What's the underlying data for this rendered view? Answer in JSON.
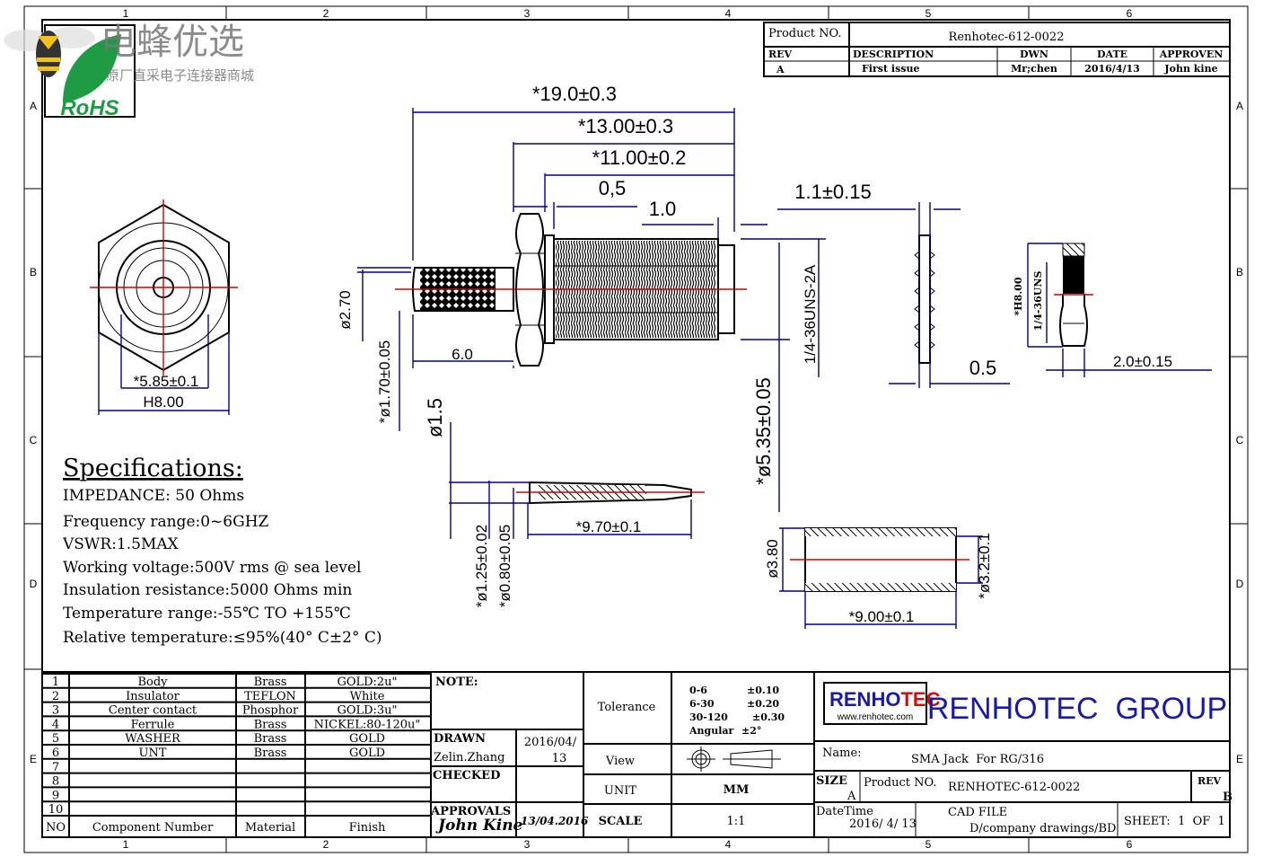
{
  "watermark": {
    "brand": "电蜂优选",
    "tagline": "原厂直采电子连接器商城",
    "rohs": "RoHS"
  },
  "grid": {
    "columns": [
      "1",
      "2",
      "3",
      "4",
      "5",
      "6"
    ],
    "rows": [
      "A",
      "B",
      "C",
      "D",
      "E"
    ]
  },
  "revision_block": {
    "product_label": "Product NO.",
    "product_value": "Renhotec-612-0022",
    "headers": [
      "REV",
      "DESCRIPTION",
      "DWN",
      "DATE",
      "APPROVEN"
    ],
    "row": [
      "A",
      "First issue",
      "Mr;chen",
      "2016/4/13",
      "John kine"
    ]
  },
  "dimensions": [
    "*19.0±0.3",
    "*13.00±0.3",
    "*11.00±0.2",
    "0,5",
    "1.0",
    "1.1±0.15",
    "ø2.70",
    "6.0",
    "*ø1.70±0.05",
    "ø1.5",
    "*ø5.35±0.05",
    "1/4-36UNS-2A",
    "0.5",
    "*H8.00",
    "1/4-36UNS",
    "2.0±0.15",
    "*5.85±0.1",
    "H8.00",
    "*9.70±0.1",
    "*ø1.25±0.02",
    "*ø0.80±0.05",
    "ø3.80",
    "*ø3.2±0.1",
    "*9.00±0.1"
  ],
  "specifications": {
    "title": "Specifications:",
    "lines": [
      "IMPEDANCE: 50 Ohms",
      "Frequency range:0~6GHZ",
      "VSWR:1.5MAX",
      "Working voltage:500V rms @ sea level",
      "Insulation resistance:5000 Ohms min",
      "Temperature range:-55℃ TO +155℃",
      "Relative temperature:≤95%(40° C±2° C)"
    ]
  },
  "bom": {
    "headers": [
      "NO",
      "Component Number",
      "Material",
      "Finish"
    ],
    "rows": [
      [
        "1",
        "Body",
        "Brass",
        "GOLD:2u\""
      ],
      [
        "2",
        "Insulator",
        "TEFLON",
        "White"
      ],
      [
        "3",
        "Center contact",
        "Phosphor",
        "GOLD:3u\""
      ],
      [
        "4",
        "Ferrule",
        "Brass",
        "NICKEL:80-120u\""
      ],
      [
        "5",
        "WASHER",
        "Brass",
        "GOLD"
      ],
      [
        "6",
        "UNT",
        "Brass",
        "GOLD"
      ],
      [
        "7",
        "",
        "",
        ""
      ],
      [
        "8",
        "",
        "",
        ""
      ],
      [
        "9",
        "",
        "",
        ""
      ],
      [
        "10",
        "",
        "",
        ""
      ]
    ]
  },
  "notes_block": {
    "note_label": "NOTE:",
    "drawn_label": "DRAWN",
    "drawn_name": "Zelin.Zhang",
    "drawn_date_1": "2016/04/",
    "drawn_date_2": "13",
    "checked_label": "CHECKED",
    "approvals_label": "APPROVALS",
    "approvals_signature": "John Kine",
    "approvals_date": "13/04.2016"
  },
  "spec_block": {
    "tolerance_label": "Tolerance",
    "tolerances": [
      [
        "0-6",
        "±0.10"
      ],
      [
        "6-30",
        "±0.20"
      ],
      [
        "30-120",
        "±0.30"
      ],
      [
        "Angular",
        "±2°"
      ]
    ],
    "view_label": "View",
    "unit_label": "UNIT",
    "unit_value": "MM",
    "scale_label": "SCALE",
    "scale_value": "1:1"
  },
  "company_block": {
    "logo_text_1": "RENHO",
    "logo_text_2": "TEC",
    "logo_url": "www.renhotec.com",
    "group_name": "RENHOTEC  GROUP",
    "name_label": "Name:",
    "name_value": "SMA Jack  For RG/316",
    "size_label": "SIZE",
    "size_value": "A",
    "product_label": "Product NO.",
    "product_value": "RENHOTEC-612-0022",
    "rev_label": "REV",
    "rev_value": "B",
    "datetime_label": "DateTime",
    "datetime_value": "2016/ 4/ 13",
    "cad_label": "CAD FILE",
    "cad_value": "D/company drawings/BD",
    "sheet_label": "SHEET:  1  OF  1"
  },
  "colors": {
    "dimension": "#00008b",
    "centerline": "#d00000",
    "brand": "#1a1aa8",
    "brand_red": "#d01010"
  }
}
